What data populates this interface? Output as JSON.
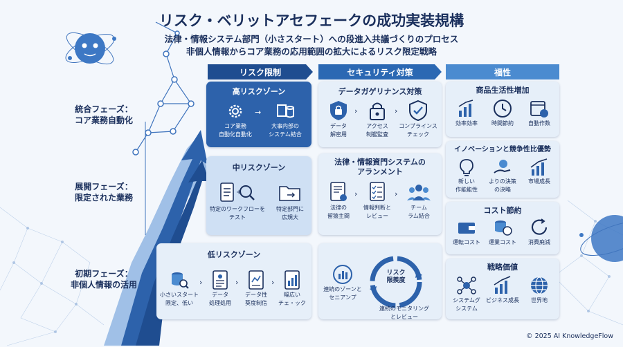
{
  "title": "リスク・ベリットアセフェークの成功実装規構",
  "subtitle1": "法律・情報システム部門（小さスタート）への段進入共議づくりのプロセス",
  "subtitle2": "非個人情報からコア業務の応用範囲の拡大によるリスク限定戦略",
  "columns": [
    "リスク限制",
    "セキュリティ対策",
    "福性"
  ],
  "phases": {
    "p1": [
      "統合フェーズ：",
      "コア業務自動化"
    ],
    "p2": [
      "展開フェーズ：",
      "限定された業務"
    ],
    "p3": [
      "初期フェーズ：",
      "非個人情報の活用"
    ]
  },
  "risk": {
    "high": {
      "title": "高リスクゾーン",
      "items": [
        [
          "コア業務",
          "自動化自動化"
        ],
        [
          "大事内部の",
          "システム結合"
        ]
      ]
    },
    "mid": {
      "title": "中リスクゾーン",
      "items": [
        [
          "特定のワークフローを",
          "テスト"
        ],
        [
          "特定部門に",
          "広規大"
        ]
      ]
    },
    "low": {
      "title": "低リスクゾーン",
      "items": [
        [
          "小さいスタート",
          "限定、低い"
        ],
        [
          "データ",
          "処理処用"
        ],
        [
          "データ性",
          "葵度制信"
        ],
        [
          "幅広い",
          "チェ・ック"
        ]
      ]
    }
  },
  "security": {
    "s1": {
      "title": "データガゲリナンス対策",
      "items": [
        [
          "データ",
          "解密用"
        ],
        [
          "アクセス",
          "制艦監査"
        ],
        [
          "コンプラインス",
          "チェック"
        ]
      ]
    },
    "s2": {
      "title1": "法律・情報資門システムの",
      "title2": "アランメント",
      "items": [
        [
          "法律の",
          "留猿主間"
        ],
        [
          "情報判断と",
          "レビュー"
        ],
        [
          "チーム",
          "ラム結合"
        ]
      ]
    },
    "s3": {
      "center1": "リスク",
      "center2": "限羨度",
      "items": [
        [
          "連続のゾーンと",
          "セニアンプ"
        ],
        [
          "連続のモニタリング",
          "とレビュー"
        ]
      ]
    }
  },
  "benefit": {
    "b1": {
      "title": "商品生活性増加",
      "items": [
        "効率効率",
        "時間節約",
        "自動作数"
      ]
    },
    "b2": {
      "title": "イノベーションと競争性比優勢",
      "items": [
        [
          "新しい",
          "作能能性"
        ],
        [
          "よりの決策",
          "の決略"
        ],
        [
          "市場成長",
          ""
        ]
      ]
    },
    "b3": {
      "title": "コスト節約",
      "items": [
        "運転コスト",
        "運業コスト",
        "消費廃減"
      ]
    },
    "b4": {
      "title": "戦略価値",
      "items": [
        [
          "システムグ",
          "システム"
        ],
        [
          "ビジネス成長",
          ""
        ],
        [
          "世界地",
          ""
        ]
      ]
    }
  },
  "copyright": "© 2025 AI KnowledgeFlow",
  "colors": {
    "navy": "#1a2f5c",
    "dark_blue": "#2d62ab",
    "mid_blue": "#4b8bd0",
    "light_blue": "#e4eef9"
  }
}
